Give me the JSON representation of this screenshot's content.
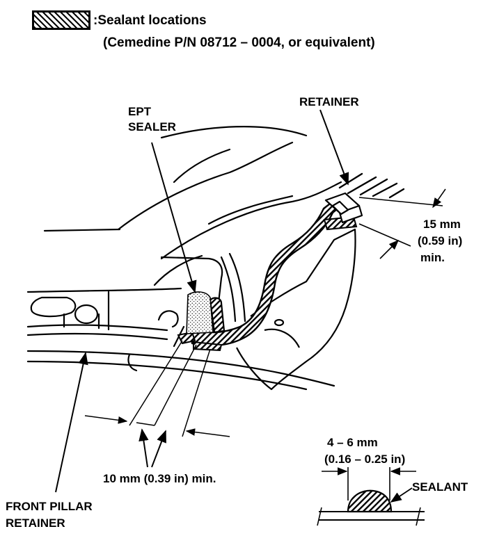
{
  "legend": {
    "symbol_icon": "hatched-rectangle-icon",
    "title": ":Sealant locations",
    "subtitle": "(Cemedine P/N 08712 – 0004, or equivalent)"
  },
  "labels": {
    "ept_sealer_line1": "EPT",
    "ept_sealer_line2": "SEALER",
    "retainer": "RETAINER",
    "overlap_value": "15 mm",
    "overlap_inch": "(0.59 in)",
    "overlap_min": "min.",
    "spacing": "10 mm (0.39 in) min.",
    "front_pillar_line1": "FRONT PILLAR",
    "front_pillar_line2": "RETAINER",
    "bead_width_mm": "4 – 6 mm",
    "bead_width_in": "(0.16 – 0.25 in)",
    "sealant": "SEALANT"
  }
}
